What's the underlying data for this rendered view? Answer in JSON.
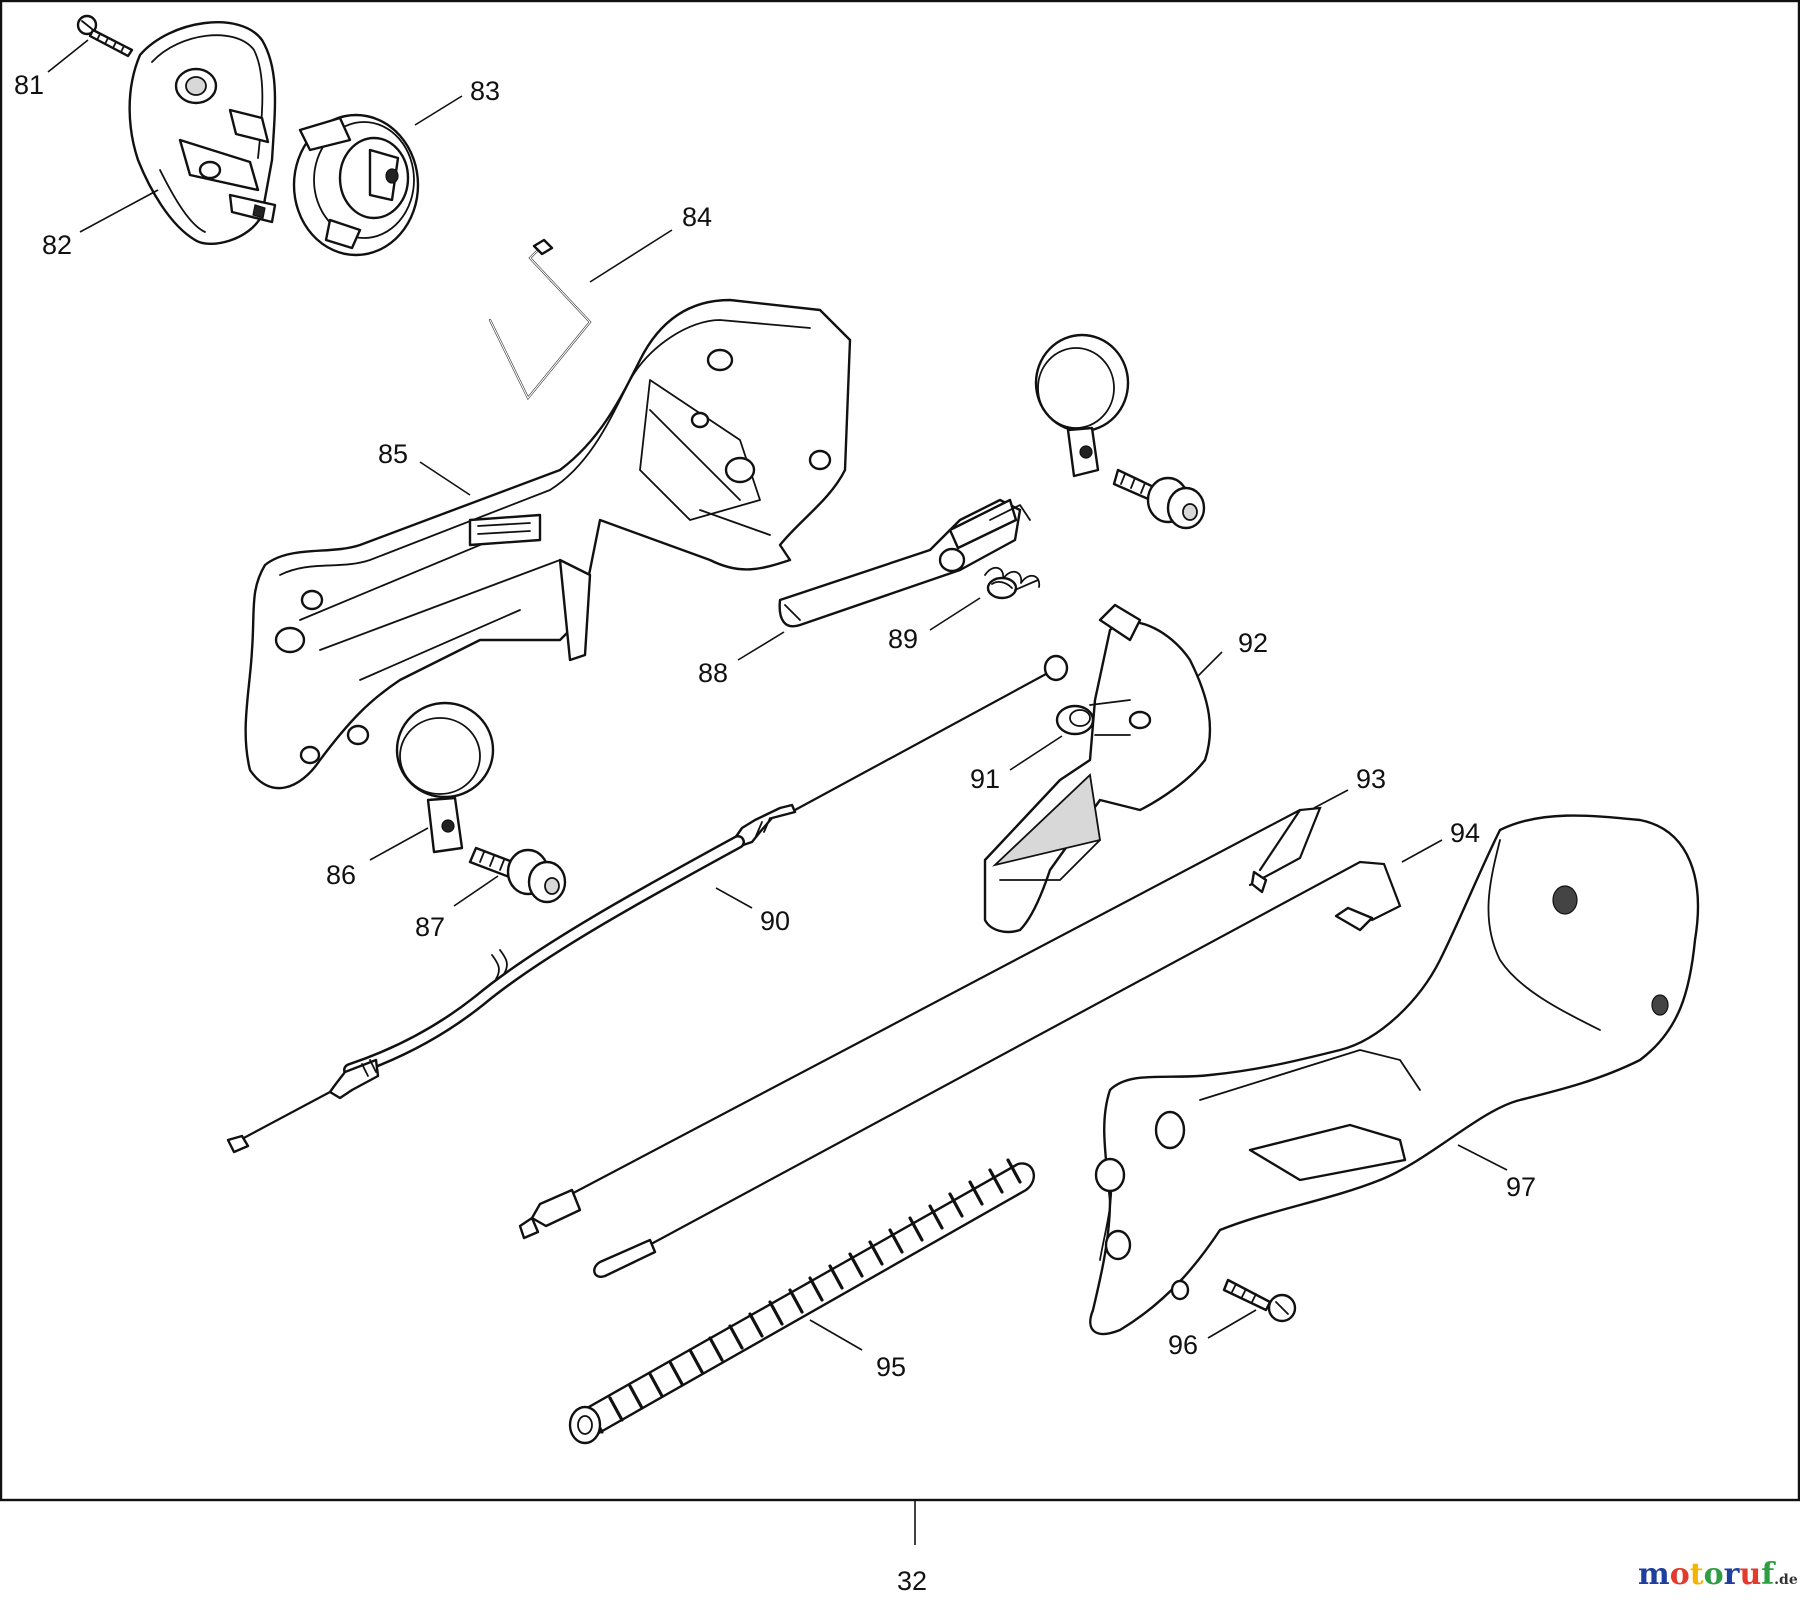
{
  "diagram": {
    "callouts": [
      {
        "id": "c81",
        "text": "81"
      },
      {
        "id": "c82",
        "text": "82"
      },
      {
        "id": "c83",
        "text": "83"
      },
      {
        "id": "c84",
        "text": "84"
      },
      {
        "id": "c85",
        "text": "85"
      },
      {
        "id": "c86",
        "text": "86"
      },
      {
        "id": "c87",
        "text": "87"
      },
      {
        "id": "c88",
        "text": "88"
      },
      {
        "id": "c89",
        "text": "89"
      },
      {
        "id": "c90",
        "text": "90"
      },
      {
        "id": "c91",
        "text": "91"
      },
      {
        "id": "c92",
        "text": "92"
      },
      {
        "id": "c93",
        "text": "93"
      },
      {
        "id": "c94",
        "text": "94"
      },
      {
        "id": "c95",
        "text": "95"
      },
      {
        "id": "c96",
        "text": "96"
      },
      {
        "id": "c97",
        "text": "97"
      }
    ],
    "group_number": "32",
    "watermark": {
      "brand": "motoruf",
      "tld": ".de",
      "colors": [
        "#1f3f9e",
        "#e23a2c",
        "#f4b400",
        "#2e9e44",
        "#1f3f9e",
        "#e23a2c",
        "#2e9e44"
      ]
    }
  }
}
